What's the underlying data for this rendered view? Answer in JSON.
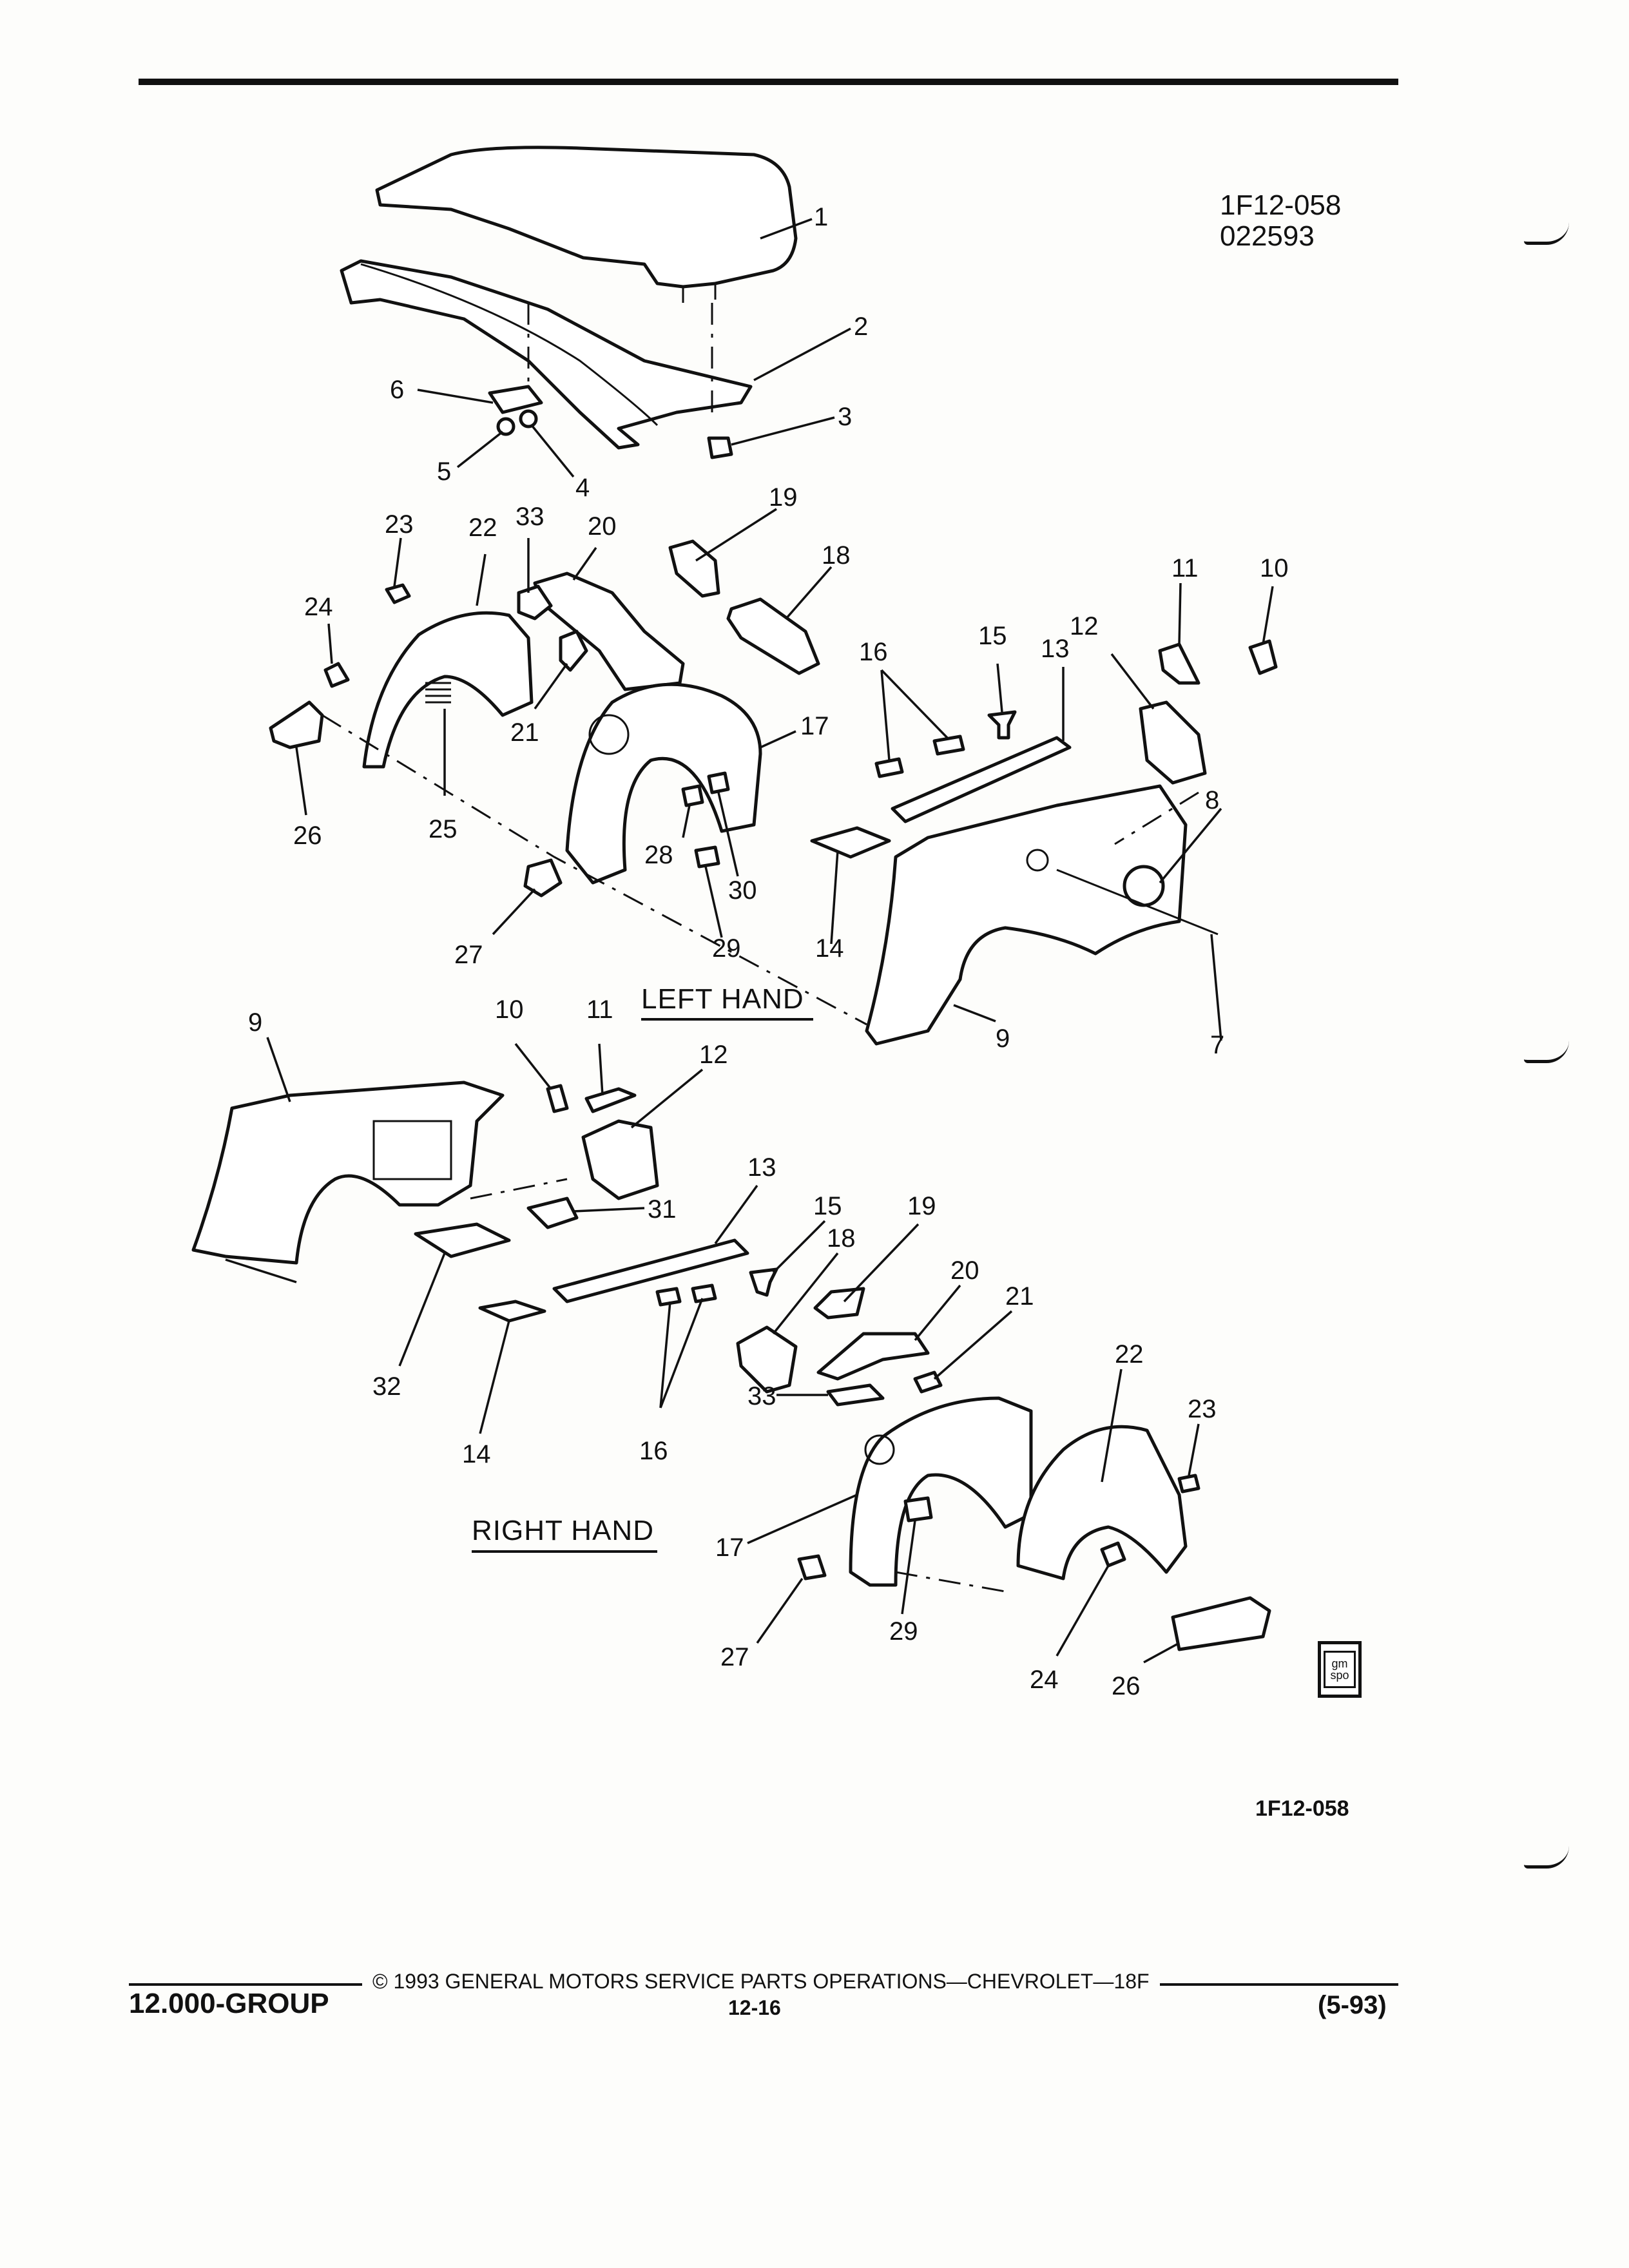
{
  "header": {
    "id_code": "1F12-058",
    "date_code": "022593"
  },
  "diagram": {
    "left_heading": "LEFT HAND",
    "right_heading": "RIGHT HAND",
    "left_callouts": [
      "1",
      "2",
      "3",
      "4",
      "5",
      "6",
      "19",
      "23",
      "22",
      "33",
      "20",
      "18",
      "11",
      "10",
      "24",
      "15",
      "16",
      "13",
      "12",
      "21",
      "17",
      "26",
      "25",
      "8",
      "28",
      "30",
      "27",
      "29",
      "14",
      "9",
      "7"
    ],
    "right_callouts": [
      "9",
      "10",
      "11",
      "12",
      "13",
      "31",
      "15",
      "19",
      "18",
      "20",
      "21",
      "32",
      "14",
      "16",
      "22",
      "33",
      "23",
      "17",
      "29",
      "27",
      "24",
      "26"
    ]
  },
  "footer": {
    "figure_id": "1F12-058",
    "copyright": "© 1993 GENERAL MOTORS SERVICE PARTS OPERATIONS—CHEVROLET—18F",
    "group": "12.000-GROUP",
    "page": "12-16",
    "date": "(5-93)",
    "logo_text": [
      "gm",
      "spo"
    ]
  }
}
